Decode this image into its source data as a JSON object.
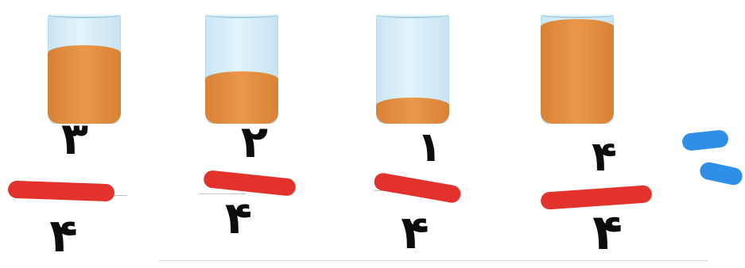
{
  "fractions": [
    {
      "numerator": "٣",
      "denominator": "۴",
      "fill_fraction": 0.75
    },
    {
      "numerator": "٢",
      "denominator": "۴",
      "fill_fraction": 0.5
    },
    {
      "numerator": "١",
      "denominator": "۴",
      "fill_fraction": 0.25
    },
    {
      "numerator": "۴",
      "denominator": "۴",
      "fill_fraction": 1.0
    }
  ],
  "colors": {
    "liquid": "#e38f40",
    "fraction_bar": "#e2322b",
    "equals_sign": "#2f8fe6",
    "glass": "#d4ecf7"
  }
}
